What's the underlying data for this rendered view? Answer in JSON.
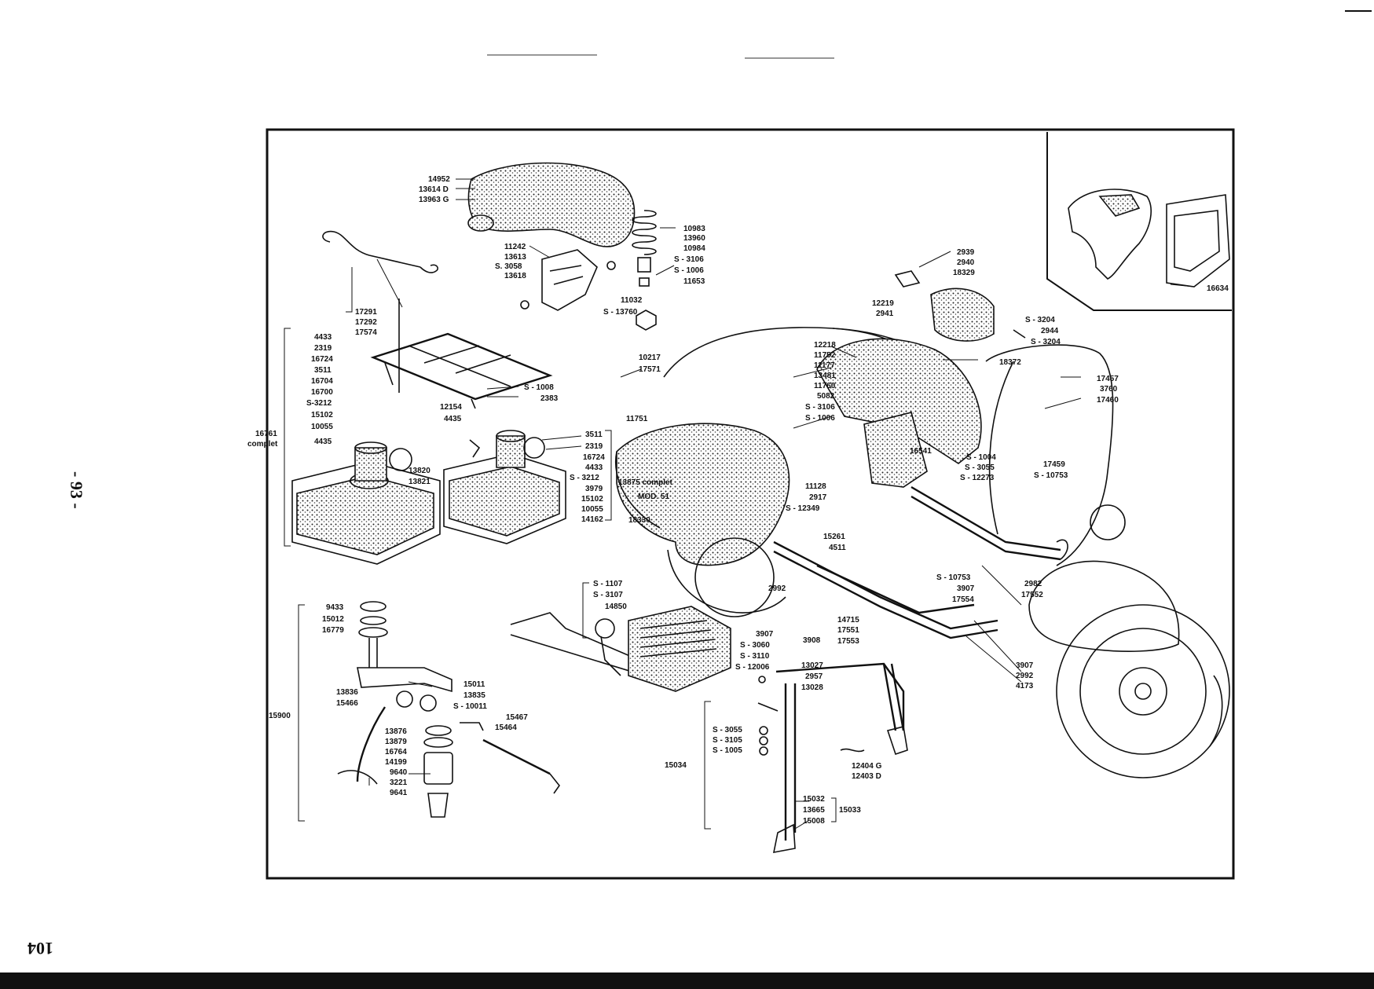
{
  "page": {
    "page_number": "104",
    "side_number": "- 93 -"
  },
  "labels": {
    "seat": [
      "14952",
      "13614 D",
      "13963 G"
    ],
    "seat_bracket": [
      "11242",
      "13613",
      "S. 3058",
      "13618",
      "11032",
      "S - 13760"
    ],
    "spring": [
      "10983",
      "13960",
      "10984",
      "S - 3106",
      "S - 1006",
      "11653"
    ],
    "cable": [
      "17291",
      "17292",
      "17574"
    ],
    "carrier": [
      "S - 1008",
      "2383"
    ],
    "tank_left": [
      "4433",
      "2319",
      "16724",
      "3511",
      "16704",
      "16700",
      "S-3212",
      "15102",
      "10055",
      "4435",
      "16761",
      "complet",
      "13820",
      "13821"
    ],
    "tank_right": [
      "12154",
      "4435",
      "3511",
      "2319",
      "16724",
      "4433",
      "S - 3212",
      "3979",
      "15102",
      "10055",
      "14162"
    ],
    "middle": [
      "10217",
      "17571",
      "11751",
      "13875 complet",
      "MOD. 51",
      "18330"
    ],
    "body": [
      "12218",
      "11752",
      "11177",
      "13481",
      "11760",
      "5082",
      "S - 3106",
      "S - 1006",
      "11128",
      "2917",
      "S - 12349",
      "16541",
      "S - 1004",
      "S - 3055",
      "S - 12273",
      "15261",
      "4511",
      "S - 10753",
      "2992",
      "3907",
      "17554",
      "14715",
      "17551",
      "17553",
      "3908",
      "18372"
    ],
    "toolbox": [
      "2939",
      "2940",
      "18329",
      "12219",
      "2941",
      "S - 3204",
      "2944",
      "S - 3204"
    ],
    "shield": [
      "17457",
      "3760",
      "17460",
      "17459",
      "S - 10753"
    ],
    "floor_right": [
      "2982",
      "17552",
      "3907",
      "2992",
      "4173"
    ],
    "inset": [
      "16634"
    ],
    "exhaust": [
      "S - 1107",
      "S - 3107",
      "14850",
      "3907",
      "S - 3060",
      "S - 3110",
      "S - 12006"
    ],
    "fuel_tap": [
      "9433",
      "15012",
      "16779",
      "15011",
      "13835",
      "13836",
      "15466",
      "S - 10011",
      "15467",
      "15464",
      "13876",
      "13879",
      "16764",
      "14199",
      "9640",
      "3221",
      "9641",
      "15900"
    ],
    "stand": [
      "13027",
      "2957",
      "13028",
      "S - 3055",
      "S - 3105",
      "S - 1005",
      "15034",
      "12404 G",
      "12403 D",
      "15032",
      "13665",
      "15008",
      "15033"
    ]
  }
}
